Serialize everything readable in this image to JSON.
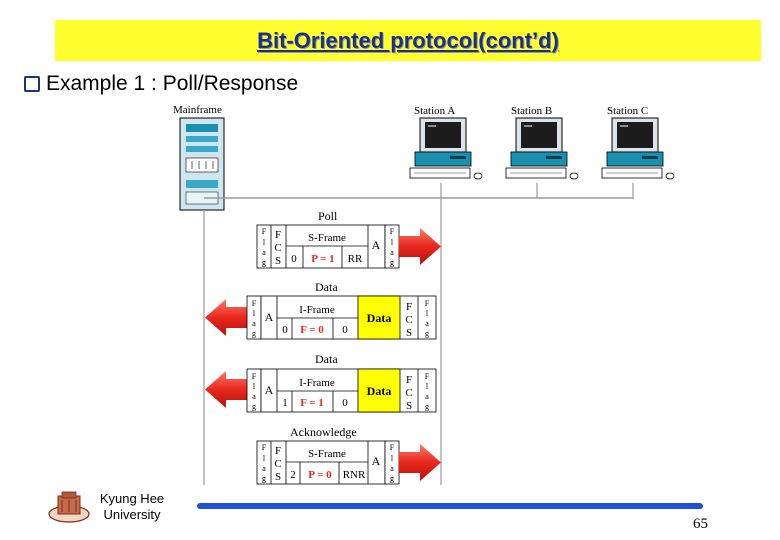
{
  "header": {
    "title": "Bit-Oriented protocol(cont’d)"
  },
  "bullet": {
    "text": "Example 1 : Poll/Response"
  },
  "diagram": {
    "mainframe_label": "Mainframe",
    "stations": [
      "Station A",
      "Station B",
      "Station C"
    ],
    "frames": [
      {
        "caption": "Poll",
        "direction": "right",
        "frame_type": "S-Frame",
        "fields": [
          "0",
          "P = 1",
          "RR"
        ],
        "address": "A"
      },
      {
        "caption": "Data",
        "direction": "left",
        "frame_type": "I-Frame",
        "fields": [
          "0",
          "F = 0",
          "0"
        ],
        "address": "A",
        "data": "Data"
      },
      {
        "caption": "Data",
        "direction": "left",
        "frame_type": "I-Frame",
        "fields": [
          "1",
          "F = 1",
          "0"
        ],
        "address": "A",
        "data": "Data"
      },
      {
        "caption": "Acknowledge",
        "direction": "right",
        "frame_type": "S-Frame",
        "fields": [
          "2",
          "P = 0",
          "RNR"
        ],
        "address": "A"
      }
    ],
    "field_labels": {
      "flag": [
        "F",
        "l",
        "a",
        "g"
      ],
      "fcs": [
        "F",
        "C",
        "S"
      ]
    }
  },
  "footer": {
    "institution_line1": "Kyung Hee",
    "institution_line2": "University",
    "page_number": "65"
  },
  "colors": {
    "title_bg": "#ffff2e",
    "title_text": "#1a2f8c",
    "arrow": "#e8271e",
    "highlight": "#e8271e",
    "data_box": "#ffff00",
    "footer_line": "#1f4fd8"
  }
}
